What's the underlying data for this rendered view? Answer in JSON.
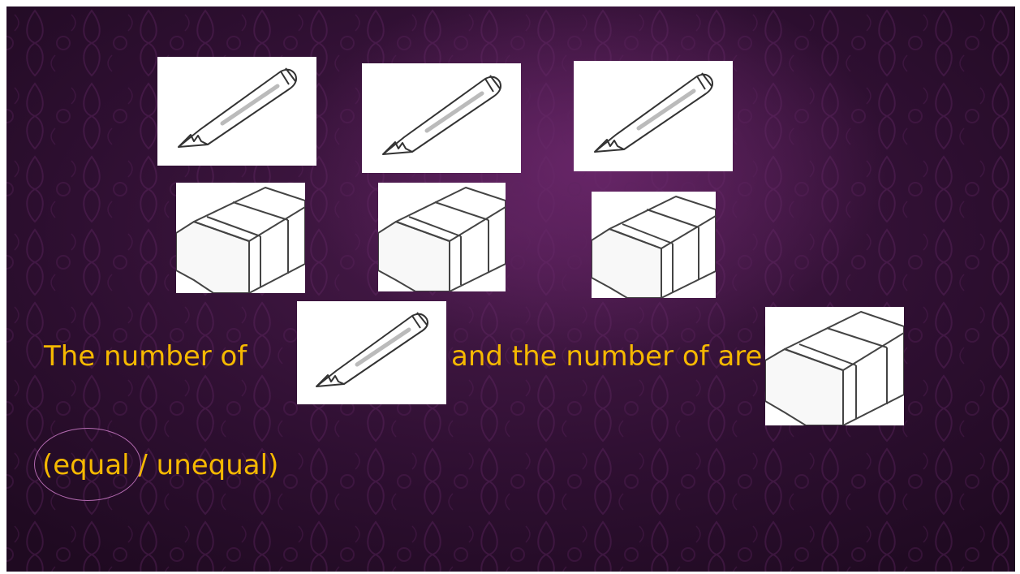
{
  "slide": {
    "sentence_part1": "The number of",
    "sentence_part2": "and the number of are",
    "choices": "(equal / unequal)",
    "circled_choice": "equal"
  },
  "colors": {
    "text": "#f5b800",
    "ring": "#b36ab0",
    "background": "#2e0f31"
  },
  "icons": {
    "pencil": "pencil-icon",
    "eraser": "eraser-icon"
  }
}
